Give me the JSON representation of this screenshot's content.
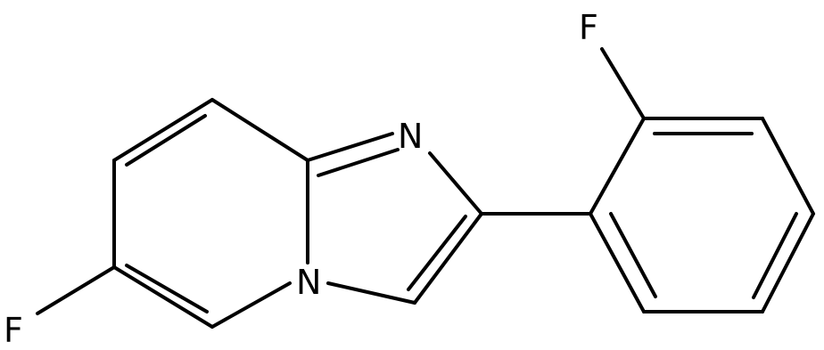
{
  "molecule": {
    "atoms": {
      "fluorine_phenyl": "F",
      "nitrogen_imidazole": "N",
      "nitrogen_bridgehead": "N",
      "fluorine_pyridine": "F"
    }
  }
}
